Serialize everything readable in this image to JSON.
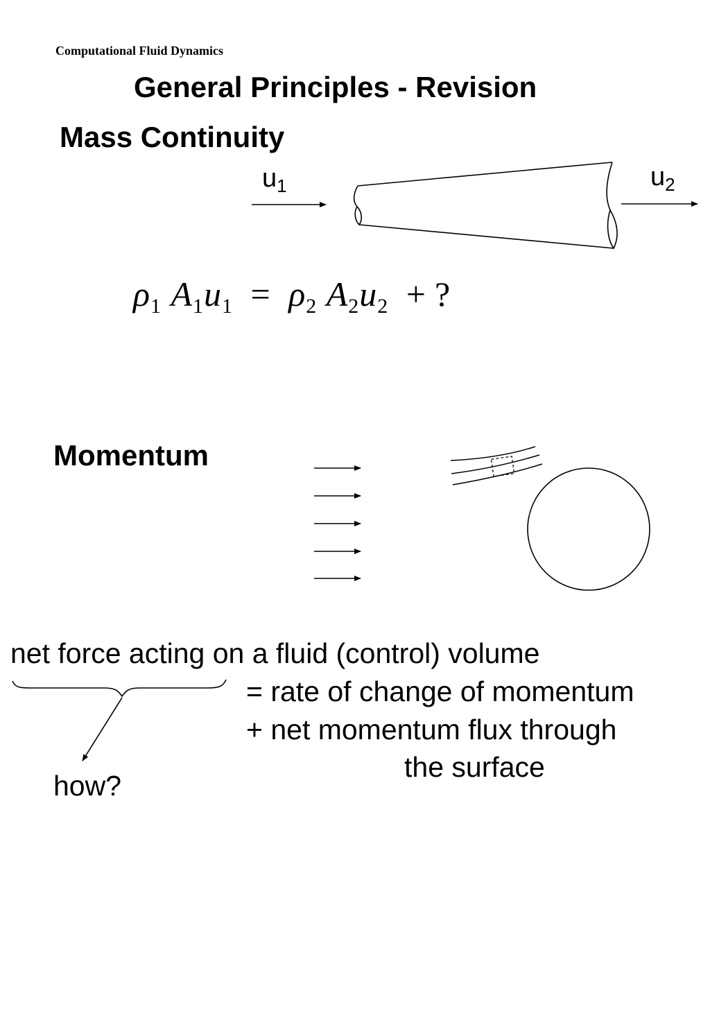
{
  "header": {
    "course": "Computational Fluid Dynamics"
  },
  "title": "General Principles - Revision",
  "mass": {
    "heading": "Mass Continuity",
    "u_in": {
      "base": "u",
      "sub": "1"
    },
    "u_out": {
      "base": "u",
      "sub": "2"
    },
    "equation": {
      "rho": "ρ",
      "A": "A",
      "u": "u",
      "s1": "1",
      "s2": "2",
      "eq": "=",
      "plus": "+",
      "unknown": "?"
    }
  },
  "momentum": {
    "heading": "Momentum",
    "statement": {
      "line1": "net force acting on a fluid (control) volume",
      "line2": "= rate of change of momentum",
      "line3": "+ net momentum flux through",
      "line4": "the surface"
    },
    "annotation": "how?"
  }
}
